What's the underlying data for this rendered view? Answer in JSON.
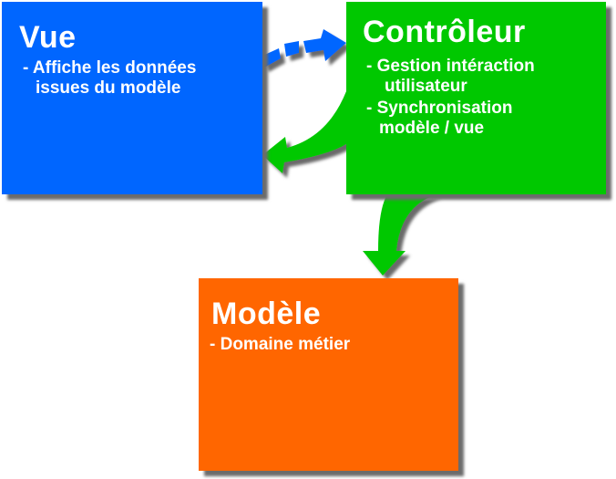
{
  "diagram": {
    "colors": {
      "vue": "#0066ff",
      "controleur": "#00c800",
      "modele": "#ff6600",
      "shadow": "#6b6b6b",
      "text": "#ffffff"
    },
    "vue": {
      "title": "Vue",
      "items": [
        "- Affiche les données",
        "issues du modèle"
      ]
    },
    "controleur": {
      "title": "Contrôleur",
      "items": [
        "- Gestion intéraction",
        "utilisateur",
        "- Synchronisation",
        "modèle / vue"
      ]
    },
    "modele": {
      "title": "Modèle",
      "items": [
        "- Domaine métier"
      ]
    },
    "arrows": [
      {
        "from": "Vue",
        "to": "Contrôleur",
        "style": "dashed",
        "color": "#0066ff"
      },
      {
        "from": "Contrôleur",
        "to": "Vue",
        "style": "solid",
        "color": "#00c800"
      },
      {
        "from": "Contrôleur",
        "to": "Modèle",
        "style": "solid",
        "color": "#00c800"
      }
    ]
  }
}
